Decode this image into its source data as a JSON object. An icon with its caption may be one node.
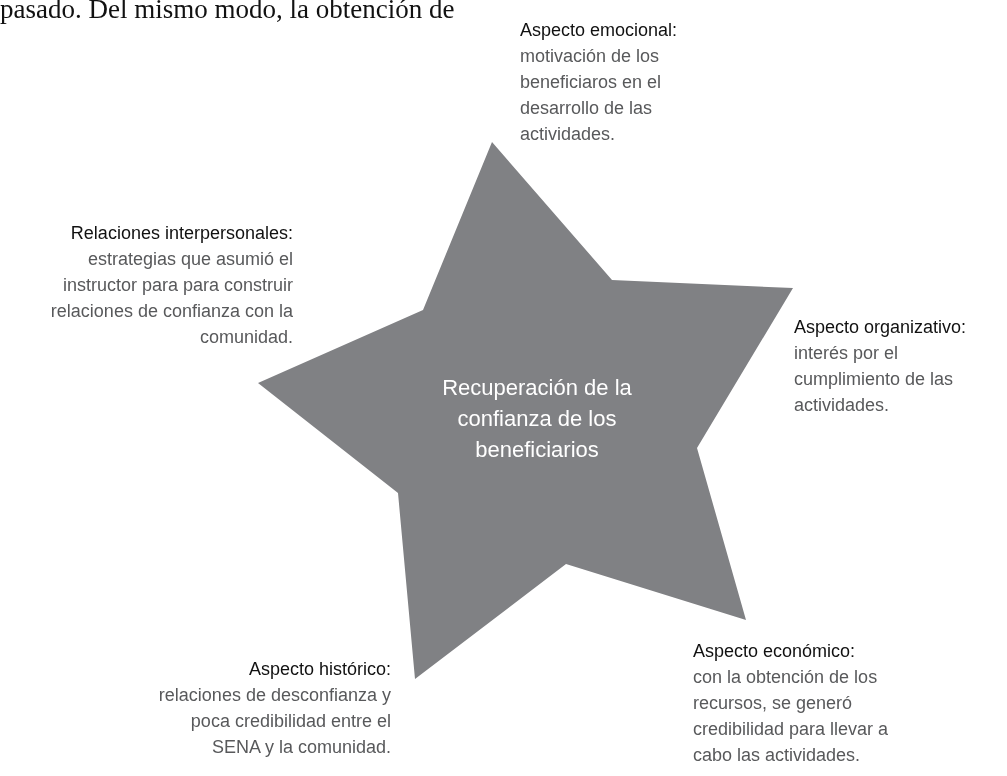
{
  "diagram": {
    "nodes": [
      {
        "text": [
          "Recuperación de la confianza de los beneficiarios"
        ]
      }
    ],
    "labels": [
      "pasado. Del mismo modo, la obtención de",
      "Aspecto emocional:",
      "motivación de los beneficiaros en el desarrollo de las actividades.",
      "Relaciones interpersonales:",
      "estrategias que asumió el instructor para para construir relaciones de confianza con la comunidad.",
      "Aspecto organizativo:",
      "interés por el cumplimiento de las actividades.",
      "Aspecto histórico:",
      "relaciones de desconfianza y poca credibilidad entre el SENA y la comunidad.",
      "Aspecto económico:",
      "con la obtención de los recursos, se generó credibilidad para llevar a cabo las actividades."
    ]
  }
}
